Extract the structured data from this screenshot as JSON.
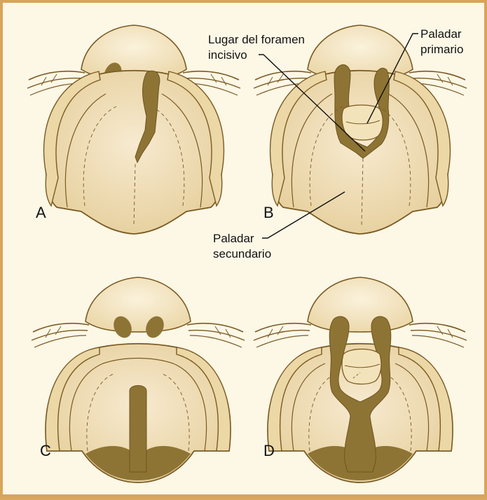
{
  "panels": [
    {
      "letter": "A"
    },
    {
      "letter": "B"
    },
    {
      "letter": "C"
    },
    {
      "letter": "D"
    }
  ],
  "annotations": {
    "foramen_line1": "Lugar del foramen",
    "foramen_line2": "incisivo",
    "primary_line1": "Paladar",
    "primary_line2": "primario",
    "secondary_line1": "Paladar",
    "secondary_line2": "secundario"
  },
  "colors": {
    "border": "#d8a45a",
    "background": "#fdf7e6",
    "tissue_light": "#f5e7c4",
    "tissue_mid": "#e8d2a0",
    "tissue_shadow": "#d7bb85",
    "cleft_dark": "#8e7434",
    "outline": "#7a5a22"
  }
}
